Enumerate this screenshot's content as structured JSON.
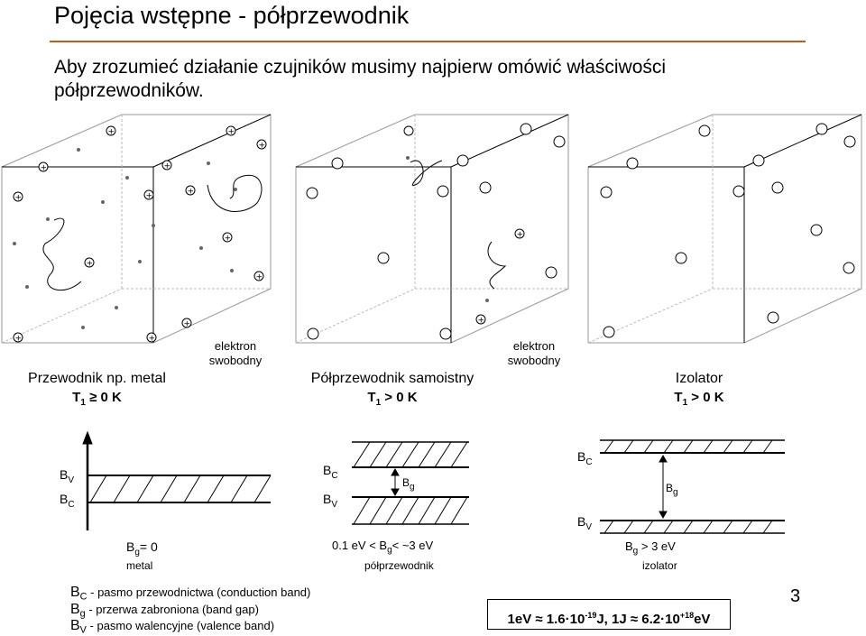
{
  "slide": {
    "title": "Pojęcia wstępne - półprzewodnik",
    "intro": "Aby zrozumieć działanie czujników musimy najpierw omówić właściwości półprzewodników.",
    "page_number": "3"
  },
  "crystals": {
    "conductor": {
      "caption": "Przewodnik np. metal",
      "temp_t": "T",
      "temp_sub": "1",
      "temp_rest": " ≥ 0 K"
    },
    "semiconductor": {
      "caption": "Półprzewodnik samoistny",
      "temp_t": "T",
      "temp_sub": "1",
      "temp_rest": " > 0 K"
    },
    "insulator": {
      "caption": "Izolator",
      "temp_t": "T",
      "temp_sub": "1",
      "temp_rest": " > 0 K"
    },
    "free_electron_label_1": "elektron",
    "free_electron_label_2": "swobodny"
  },
  "bands": {
    "b": "B",
    "sub_c": "C",
    "sub_v": "V",
    "sub_g": "g",
    "metal_gap": "= 0",
    "metal_name": "metal",
    "semi_gap_prefix": "0.1 eV < ",
    "semi_gap_suffix": "< ~3 eV",
    "semi_name": "półprzewodnik",
    "ins_gap": "> 3 eV",
    "ins_name": "izolator"
  },
  "legend": {
    "bc": "- pasmo przewodnictwa (conduction band)",
    "bg": "- przerwa zabroniona (band gap)",
    "bv": "- pasmo walencyjne (valence band)"
  },
  "formula": {
    "a": "1eV ≈ 1.6·10",
    "exp1": "-19",
    "b": "J,  1J ≈ 6.2·10",
    "exp2": "+18",
    "c": "eV"
  }
}
